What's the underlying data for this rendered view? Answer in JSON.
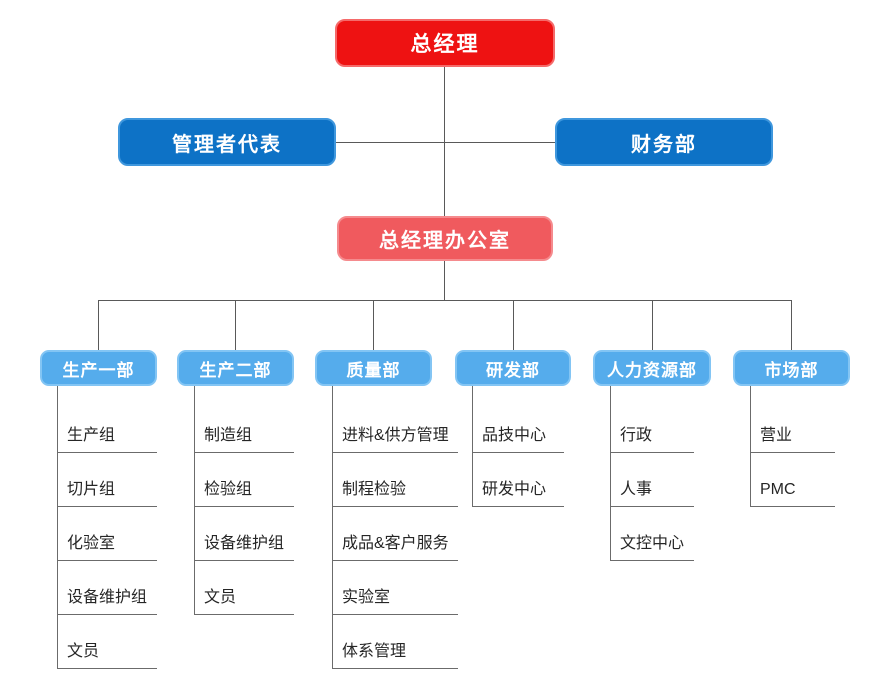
{
  "org_chart": {
    "root": {
      "label": "总经理"
    },
    "level2": [
      {
        "label": "管理者代表"
      },
      {
        "label": "财务部"
      }
    ],
    "office": {
      "label": "总经理办公室"
    },
    "departments": [
      {
        "label": "生产一部",
        "children": [
          "生产组",
          "切片组",
          "化验室",
          "设备维护组",
          "文员"
        ]
      },
      {
        "label": "生产二部",
        "children": [
          "制造组",
          "检验组",
          "设备维护组",
          "文员"
        ]
      },
      {
        "label": "质量部",
        "children": [
          "进料&供方管理",
          "制程检验",
          "成品&客户服务",
          "实验室",
          "体系管理"
        ]
      },
      {
        "label": "研发部",
        "children": [
          "品技中心",
          "研发中心"
        ]
      },
      {
        "label": "人力资源部",
        "children": [
          "行政",
          "人事",
          "文控中心"
        ]
      },
      {
        "label": "市场部",
        "children": [
          "营业",
          "PMC"
        ]
      }
    ]
  },
  "colors": {
    "root_red": "#ee1212",
    "level2_blue": "#0d72c6",
    "office_salmon": "#f05a5e",
    "department_blue": "#55acec",
    "connector_gray": "#595959",
    "item_text": "#262626"
  }
}
